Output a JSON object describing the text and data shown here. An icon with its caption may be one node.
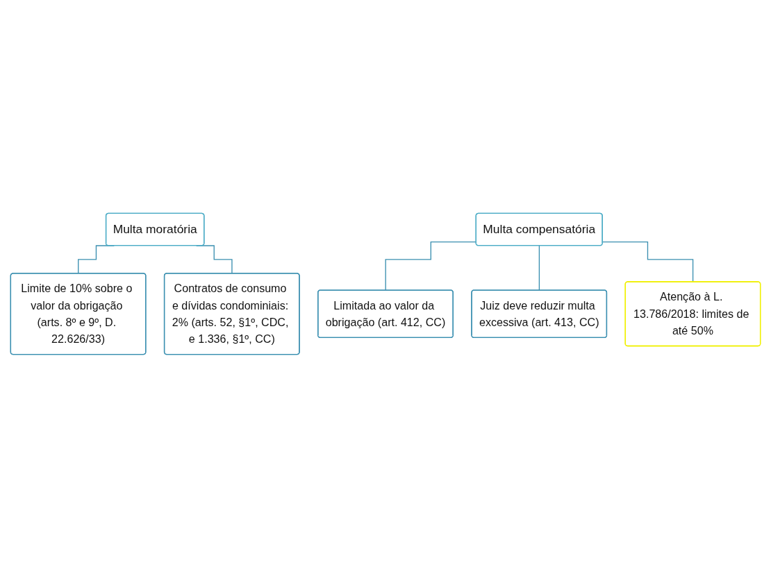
{
  "diagram": {
    "nodes": [
      {
        "text": [
          "Multa moratória"
        ]
      },
      {
        "text": [
          "Limite de 10% sobre o valor da obrigação (arts. 8º e 9º, D. 22.626/33)"
        ]
      },
      {
        "text": [
          "Contratos de consumo e dívidas condominiais: 2% (arts. 52, §1º, CDC, e 1.336, §1º, CC)"
        ]
      },
      {
        "text": [
          "Multa compensatória"
        ]
      },
      {
        "text": [
          "Limitada ao valor da obrigação (art. 412, CC)"
        ]
      },
      {
        "text": [
          "Juiz deve reduzir multa excessiva (art. 413, CC)"
        ]
      },
      {
        "text": [
          "Atenção à L. 13.786/2018: limites de até 50%"
        ]
      }
    ],
    "edges": [
      {
        "from": 0,
        "to": 1,
        "arrow": "none"
      },
      {
        "from": 0,
        "to": 2,
        "arrow": "none"
      },
      {
        "from": 3,
        "to": 4,
        "arrow": "none"
      },
      {
        "from": 3,
        "to": 5,
        "arrow": "none"
      },
      {
        "from": 3,
        "to": 6,
        "arrow": "none"
      }
    ]
  }
}
